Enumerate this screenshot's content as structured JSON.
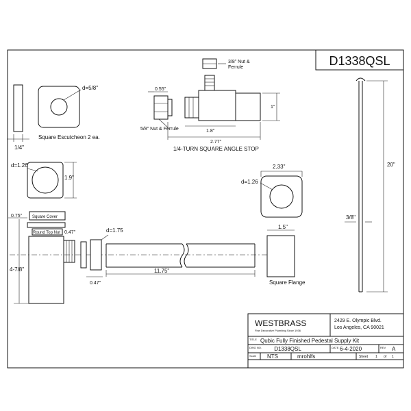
{
  "drawing_number_header": "D1338QSL",
  "parts": {
    "escutcheon": {
      "diameter": "d=5/8\"",
      "thickness": "1/4\"",
      "label": "Square Escutcheon 2 ea."
    },
    "angle_stop": {
      "nut_label": "3/8\" Nut &",
      "ferrule_label": "Ferrule",
      "inlet_nut_label": "5/8\" Nut & Ferrule",
      "dim_055": "0.55\"",
      "dim_1": "1\"",
      "dim_18": "1.8\"",
      "dim_277": "2.77\"",
      "label": "1/4-TURN SQUARE ANGLE STOP"
    },
    "small_flange": {
      "diameter": "d=1.26",
      "height": "1.9\""
    },
    "square_flange": {
      "width": "2.33\"",
      "diameter": "d=1.26",
      "depth": "1.5\"",
      "label": "Square Flange"
    },
    "supply_tube": {
      "diameter": "3/8\"",
      "length": "20\""
    },
    "trap": {
      "dim_075": "0.75\"",
      "square_cover": "Square Cover",
      "round_top_nut": "Round Top Nut",
      "dim_047_top": "0.47\"",
      "height": "4-7/8\"",
      "diameter": "d=1.75",
      "dim_047_bottom": "0.47\"",
      "length": "11.75\""
    }
  },
  "title_block": {
    "brand": "WESTBRASS",
    "tagline": "Fine Decorative Plumbing Since 1936",
    "address_line1": "2429 E. Olympic Blvd.",
    "address_line2": "Los Angeles, CA 90021",
    "title_label": "TITLE",
    "title": "Qubic Fully Finished Pedestal Supply Kit",
    "dwg_label": "DWG NO.",
    "dwg_no": "D1338QSL",
    "date_label": "DATE",
    "date": "6-4-2020",
    "rev_label": "REV",
    "rev": "A",
    "scale_label": "Scale",
    "scale": "NTS",
    "drawn_by": "mrohlfs",
    "sheet_label": "Sheet",
    "sheet": "1",
    "sheet_of": "of",
    "sheet_total": "1"
  }
}
